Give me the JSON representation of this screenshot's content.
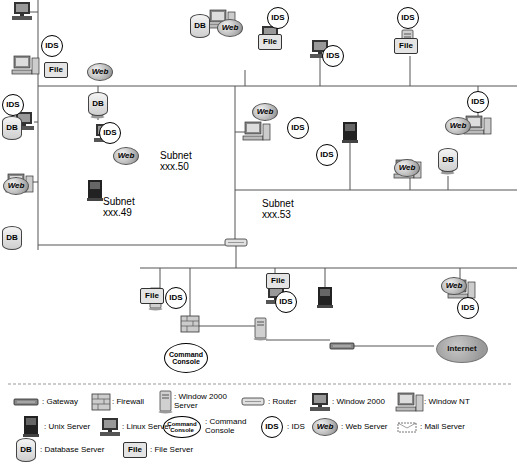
{
  "diagram": {
    "nodes": [
      {
        "text": [
          "IDS"
        ]
      },
      {
        "text": [
          "IDS"
        ]
      },
      {
        "text": [
          "DB"
        ]
      },
      {
        "text": [
          "Web"
        ]
      },
      {
        "text": [
          "File"
        ]
      },
      {
        "text": [
          "File"
        ]
      },
      {
        "text": [
          "IDS"
        ]
      },
      {
        "text": [
          "IDS"
        ]
      },
      {
        "text": [
          "File"
        ]
      },
      {
        "text": [
          "Web"
        ]
      },
      {
        "text": [
          "IDS"
        ]
      },
      {
        "text": [
          "IDS"
        ]
      },
      {
        "text": [
          "DB"
        ]
      },
      {
        "text": [
          "Web"
        ]
      },
      {
        "text": [
          "DB"
        ]
      },
      {
        "text": [
          "Web"
        ]
      },
      {
        "text": [
          "IDS"
        ]
      },
      {
        "text": [
          "IDS"
        ]
      },
      {
        "text": [
          "Web"
        ]
      },
      {
        "text": [
          "IDS"
        ]
      },
      {
        "text": [
          "DB"
        ]
      },
      {
        "text": [
          "Web"
        ]
      },
      {
        "text": [
          "Web"
        ]
      },
      {
        "text": [
          "DB"
        ]
      },
      {
        "text": [
          "File"
        ]
      },
      {
        "text": [
          "Web"
        ]
      },
      {
        "text": [
          "File"
        ]
      },
      {
        "text": [
          "IDS"
        ]
      },
      {
        "text": [
          "IDS"
        ]
      },
      {
        "text": [
          "IDS"
        ]
      },
      {
        "text": [
          "Internet"
        ]
      },
      {
        "text": [
          "Command Console"
        ]
      }
    ],
    "labels": [
      "Subnet xxx.50",
      "Subnet xxx.49",
      "Subnet xxx.53",
      "Command Console",
      "IDS",
      "Web",
      "DB",
      "File"
    ],
    "legend": [
      {
        "text": ": Gateway"
      },
      {
        "text": ": Firewall"
      },
      {
        "text": ": Window 2000 Server"
      },
      {
        "text": ": Router"
      },
      {
        "text": ": Window 2000"
      },
      {
        "text": ": Window NT"
      },
      {
        "text": ": Unix Server"
      },
      {
        "text": ": Linux Server"
      },
      {
        "text": ": Command Console"
      },
      {
        "text": ": IDS"
      },
      {
        "text": ": Web Server"
      },
      {
        "text": ": Mail Server"
      },
      {
        "text": ": Database Server"
      },
      {
        "text": ": File Server"
      }
    ]
  }
}
